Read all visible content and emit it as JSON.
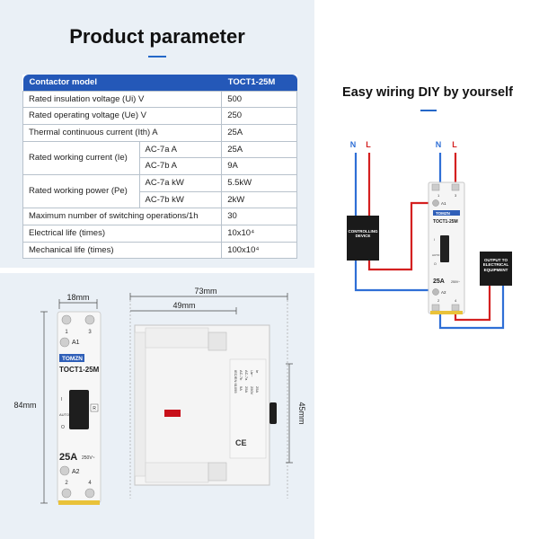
{
  "param": {
    "title": "Product parameter",
    "header": [
      "Contactor model",
      "TOCT1-25M"
    ],
    "rows": {
      "r1": {
        "label": "Rated insulation voltage (Ui) V",
        "value": "500"
      },
      "r2": {
        "label": "Rated operating voltage (Ue) V",
        "value": "250"
      },
      "r3": {
        "label": "Thermal continuous current (Ith) A",
        "value": "25A"
      },
      "r4": {
        "label": "Rated working current (Ie)",
        "sub1": "AC-7a A",
        "val1": "25A",
        "sub2": "AC-7b A",
        "val2": "9A"
      },
      "r5": {
        "label": "Rated working power (Pe)",
        "sub1": "AC-7a kW",
        "val1": "5.5kW",
        "sub2": "AC-7b kW",
        "val2": "2kW"
      },
      "r6": {
        "label": "Maximum number of switching operations/1h",
        "value": "30"
      },
      "r7": {
        "label": "Electrical life (times)",
        "value": "10x10⁴"
      },
      "r8": {
        "label": "Mechanical life (times)",
        "value": "100x10⁴"
      }
    }
  },
  "wiring": {
    "title": "Easy wiring DIY by yourself",
    "n_label": "N",
    "l_label": "L",
    "controller": "CONTROLLING DEVICE",
    "output": "OUTPUT TO ELECTRICAL EQUIPMENT",
    "device": {
      "brand": "TOMZN",
      "model": "TOCT1-25M",
      "rating": "25A",
      "voltage": "250V~",
      "a1": "A1",
      "a2": "A2",
      "t1": "1",
      "t3": "3",
      "t2": "2",
      "t4": "4",
      "mode": "I",
      "auto": "AUTO",
      "off": "O"
    },
    "colors": {
      "neutral": "#2f6fd6",
      "live": "#d42020"
    }
  },
  "dims": {
    "width": "18mm",
    "height": "84mm",
    "depth_total": "73mm",
    "depth_inner": "49mm",
    "height_inner": "45mm",
    "front": {
      "brand": "TOMZN",
      "model": "TOCT1-25M",
      "rating": "25A",
      "voltage": "250V~",
      "a1": "A1",
      "a2": "A2",
      "t1": "1",
      "t3": "3",
      "t2": "2",
      "t4": "4",
      "mode_i": "I",
      "mode_auto": "AUTO",
      "mode_o": "O",
      "r_mark": "R"
    },
    "side_spec": {
      "s1": "Ie",
      "s2": "25A",
      "s3": "Ue~",
      "s4": "250V",
      "s5": "AC-7a",
      "s6": "25A",
      "s7": "AC-7b",
      "s8": "9A",
      "s9": "IEC/EN 61095",
      "ce": "CE"
    }
  }
}
